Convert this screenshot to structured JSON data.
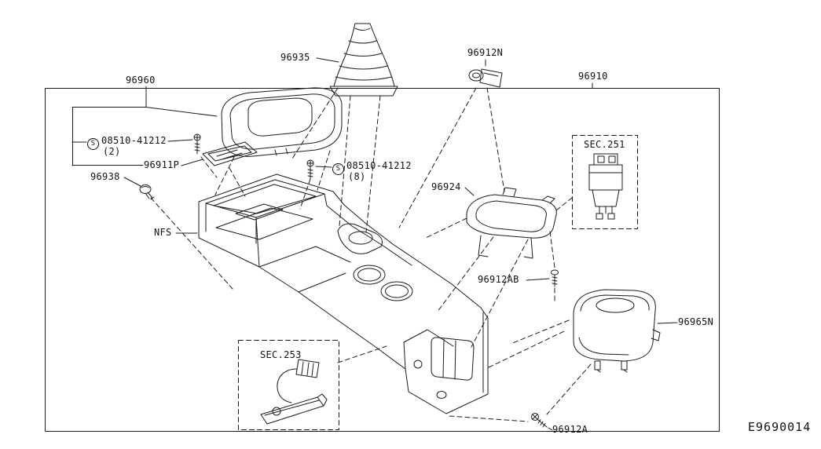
{
  "diagram_code": "E9690014",
  "labels": {
    "p96960": "96960",
    "p96935": "96935",
    "p96912N": "96912N",
    "p96910": "96910",
    "screw1_symbol": "S",
    "screw1": "08510-41212",
    "screw1_qty": "(2)",
    "screw2_symbol": "S",
    "screw2": "08510-41212",
    "screw2_qty": "(8)",
    "p96911P": "96911P",
    "p96938": "96938",
    "nfs": "NFS",
    "p96924": "96924",
    "sec251": "SEC.251",
    "p96912AB": "96912AB",
    "p96965N": "96965N",
    "sec253": "SEC.253",
    "p96912A": "96912A"
  }
}
